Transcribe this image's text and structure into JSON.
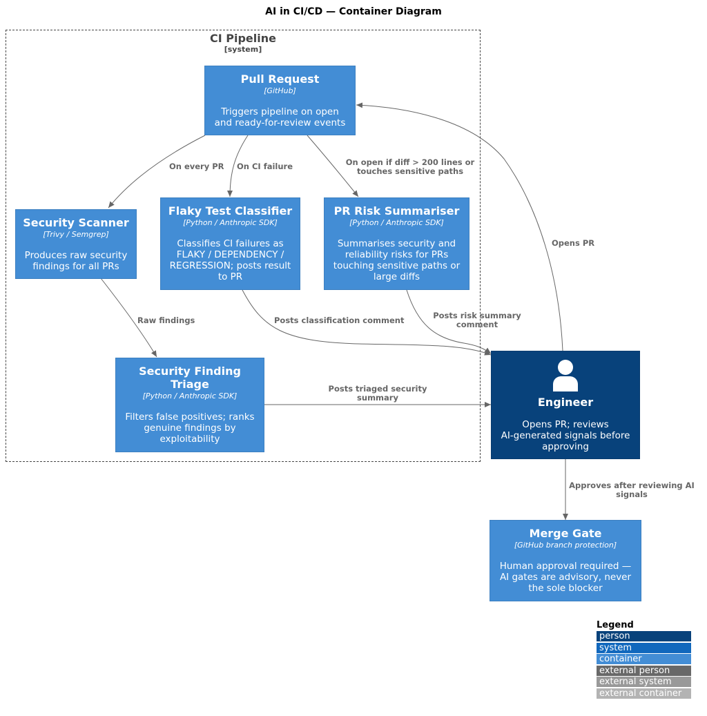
{
  "title": "AI in CI/CD — Container Diagram",
  "boundary": {
    "name": "CI Pipeline",
    "type": "[system]"
  },
  "nodes": {
    "pr": {
      "name": "Pull Request",
      "tech": "[GitHub]",
      "desc": [
        "Triggers pipeline on open",
        "and ready-for-review events"
      ]
    },
    "scanner": {
      "name": "Security Scanner",
      "tech": "[Trivy / Semgrep]",
      "desc": [
        "Produces raw security",
        "findings for all PRs"
      ]
    },
    "flaky": {
      "name": "Flaky Test Classifier",
      "tech": "[Python / Anthropic SDK]",
      "desc": [
        "Classifies CI failures as",
        "FLAKY / DEPENDENCY /",
        "REGRESSION; posts result",
        "to PR"
      ]
    },
    "risk": {
      "name": "PR Risk Summariser",
      "tech": "[Python / Anthropic SDK]",
      "desc": [
        "Summarises security and",
        "reliability risks for PRs",
        "touching sensitive paths or",
        "large diffs"
      ]
    },
    "triage": {
      "name": [
        "Security Finding",
        "Triage"
      ],
      "tech": "[Python / Anthropic SDK]",
      "desc": [
        "Filters false positives; ranks",
        "genuine findings by",
        "exploitability"
      ]
    },
    "engineer": {
      "name": "Engineer",
      "desc": [
        "Opens PR; reviews",
        "AI-generated signals before",
        "approving"
      ]
    },
    "merge": {
      "name": "Merge Gate",
      "tech": "[GitHub branch protection]",
      "desc": [
        "Human approval required —",
        "AI gates are advisory, never",
        "the sole blocker"
      ]
    }
  },
  "edges": {
    "every_pr": "On every PR",
    "ci_failure": "On CI failure",
    "diff_condition": [
      "On open if diff > 200 lines or",
      "touches sensitive paths"
    ],
    "opens_pr": "Opens PR",
    "raw_findings": "Raw findings",
    "classification": "Posts classification comment",
    "risk_summary": [
      "Posts risk summary",
      "comment"
    ],
    "triaged": [
      "Posts triaged security",
      "summary"
    ],
    "approves": [
      "Approves after reviewing AI",
      "signals"
    ]
  },
  "legend": {
    "title": "Legend",
    "items": [
      {
        "label": "person",
        "color": "#08427B"
      },
      {
        "label": "system",
        "color": "#1168BD"
      },
      {
        "label": "container",
        "color": "#438DD5"
      },
      {
        "label": "external person",
        "color": "#686868"
      },
      {
        "label": "external system",
        "color": "#999999"
      },
      {
        "label": "external container",
        "color": "#B3B3B3"
      }
    ]
  },
  "colors": {
    "person": "#08427B",
    "container": "#438DD5",
    "edge": "#666666"
  }
}
